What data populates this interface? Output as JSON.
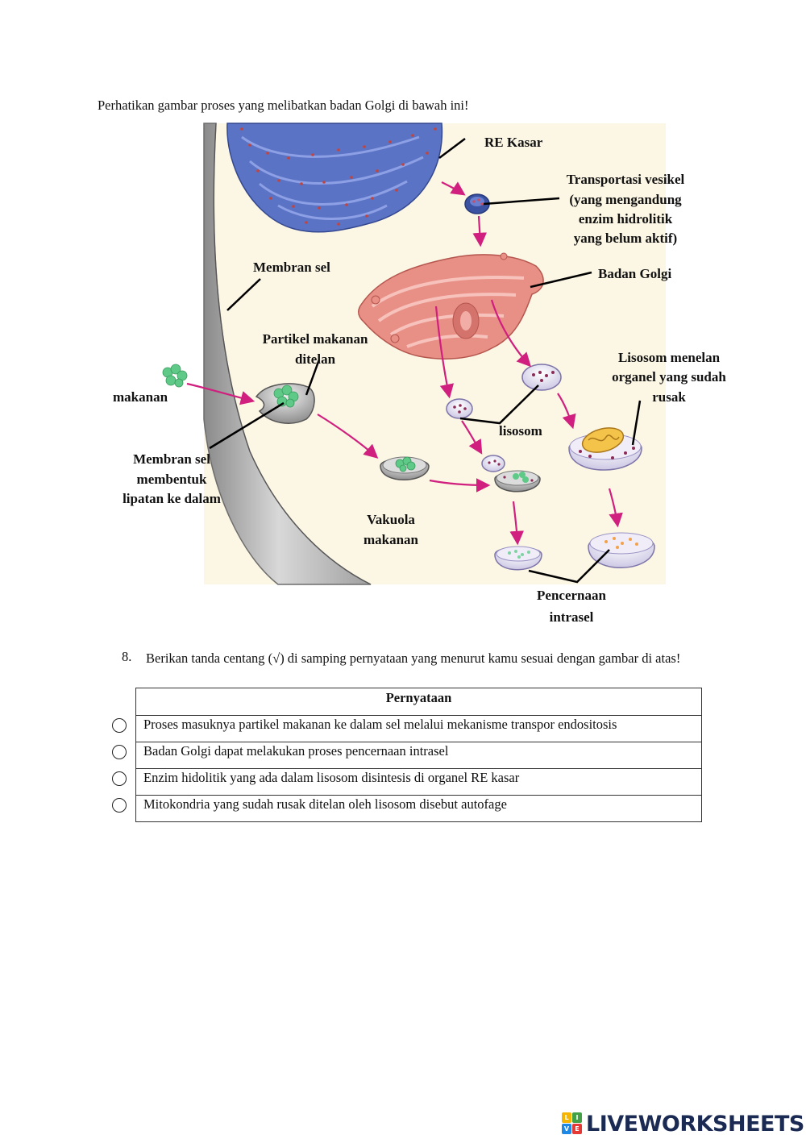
{
  "intro_text": "Perhatikan gambar proses yang melibatkan badan Golgi di bawah ini!",
  "figure": {
    "labels": {
      "re_kasar": "RE Kasar",
      "transport_1": "Transportasi vesikel",
      "transport_2": "(yang mengandung",
      "transport_3": "enzim hidrolitik",
      "transport_4": "yang belum aktif)",
      "membran_sel": "Membran sel",
      "badan_golgi": "Badan Golgi",
      "partikel_1": "Partikel makanan",
      "partikel_2": "ditelan",
      "lisosom_menelan_1": "Lisosom menelan",
      "lisosom_menelan_2": "organel yang sudah",
      "lisosom_menelan_3": "rusak",
      "makanan": "makanan",
      "lisosom": "lisosom",
      "membran_lipatan_1": "Membran sel",
      "membran_lipatan_2": "membentuk",
      "membran_lipatan_3": "lipatan ke dalam",
      "vakuola_1": "Vakuola",
      "vakuola_2": "makanan",
      "pencernaan_1": "Pencernaan",
      "pencernaan_2": "intrasel"
    },
    "colors": {
      "background": "#fcf6e4",
      "er": "#5b73c4",
      "golgi": "#e88f86",
      "arrow": "#d01f7e",
      "food": "#5fc987",
      "lysosome": "#e6e2f3"
    }
  },
  "question": {
    "number": "8.",
    "text": "Berikan tanda centang (√) di samping pernyataan yang menurut kamu sesuai dengan gambar di atas!",
    "table_header": "Pernyataan",
    "statements": [
      "Proses masuknya partikel makanan ke dalam sel melalui mekanisme transpor endositosis",
      "Badan Golgi dapat melakukan proses pencernaan intrasel",
      "Enzim hidolitik yang ada dalam lisosom disintesis di organel RE kasar",
      "Mitokondria yang sudah rusak ditelan oleh lisosom disebut autofage"
    ]
  },
  "brand": {
    "name": "LIVEWORKSHEETS",
    "mark_letters": [
      "L",
      "I",
      "V",
      "E"
    ]
  }
}
